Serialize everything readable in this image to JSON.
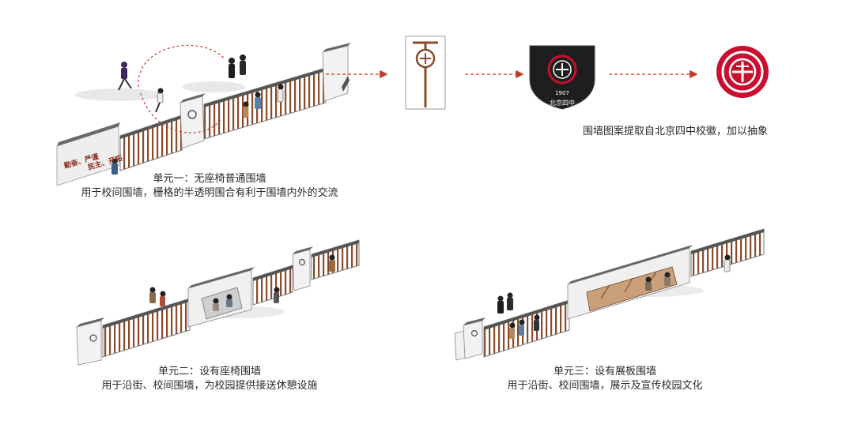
{
  "unit1": {
    "title": "单元一：无座椅普通围墙",
    "desc": "用于校间围墙，栅格的半透明围合有利于围墙内外的交流",
    "wall_text_1": "勤奋、严谨",
    "wall_text_2": "民主、开拓"
  },
  "unit2": {
    "title": "单元二：设有座椅围墙",
    "desc": "用于沿街、校间围墙，为校园提供接送休憩设施"
  },
  "unit3": {
    "title": "单元三：设有展板围墙",
    "desc": "用于沿街、校间围墙，展示及宣传校园文化"
  },
  "emblem_note": "围墙图案提取自北京四中校徽，加以抽象",
  "emblem": {
    "year": "1907",
    "school_text": "北京四中"
  },
  "colors": {
    "bar": "#8a4b2a",
    "frame": "#6b6b6b",
    "accent": "#c8102e",
    "arrow": "#c0392b"
  }
}
